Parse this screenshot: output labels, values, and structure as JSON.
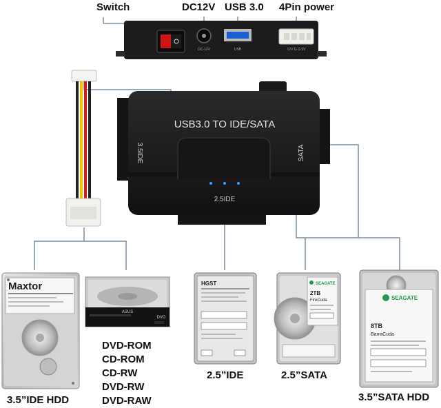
{
  "ports": {
    "switch": "Switch",
    "dc12v": "DC12V",
    "usb30": "USB 3.0",
    "power4pin": "4Pin power"
  },
  "device": {
    "title": "USB3.0 TO IDE/SATA",
    "port_left": "3.5IDE",
    "port_right": "SATA",
    "port_bottom": "2.5IDE",
    "panel_dc": "DC-12V",
    "panel_usb": "USB",
    "panel_power": "12V G G 5V"
  },
  "products": {
    "hdd35ide": "3.5”IDE HDD",
    "dvd_formats": [
      "DVD-ROM",
      "CD-ROM",
      "CD-RW",
      "DVD-RW",
      "DVD-RAW"
    ],
    "hdd25ide": "2.5”IDE",
    "hdd25sata": "2.5”SATA",
    "hdd35sata": "3.5”SATA HDD"
  },
  "drive_labels": {
    "maxtor": "Maxtor",
    "hgst": "HGST",
    "seagate_a": "SEAGATE",
    "firecuda": "FireCuda",
    "firecuda_cap": "2TB",
    "seagate_b": "SEAGATE",
    "barracuda": "BarraCuda",
    "barracuda_cap": "8TB",
    "dvd_brand": "ASUS",
    "dvd_logo": "DVD"
  },
  "colors": {
    "device_body": "#1c1c1e",
    "connector_line": "#7a8ea0",
    "led": "#3aa0ff",
    "seagate_green": "#1f9c4b"
  }
}
